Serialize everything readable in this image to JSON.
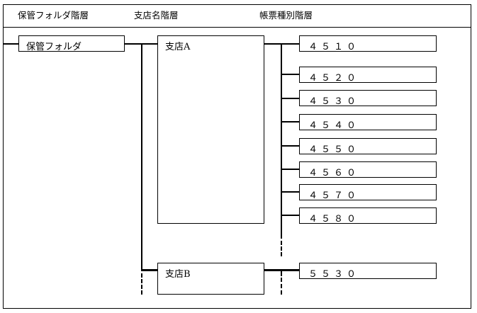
{
  "headers": {
    "storage_level": "保管フォルダ階層",
    "branch_level": "支店名階層",
    "form_type_level": "帳票種別階層"
  },
  "storage_folder": {
    "label": "保管フォルダ"
  },
  "branches": [
    {
      "label": "支店A",
      "form_types": [
        "４５１０",
        "４５２０",
        "４５３０",
        "４５４０",
        "４５５０",
        "４５６０",
        "４５７０",
        "４５８０"
      ]
    },
    {
      "label": "支店B",
      "form_types": [
        "５５３０"
      ]
    }
  ]
}
